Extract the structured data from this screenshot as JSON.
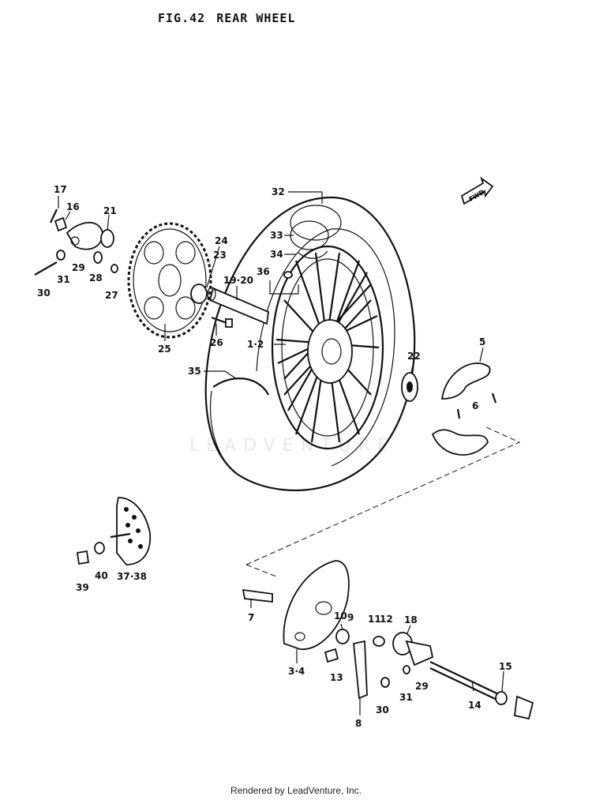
{
  "title": {
    "fig": "FIG.42",
    "name": "REAR WHEEL"
  },
  "watermark": "LEADVENTURE",
  "footer": "Rendered by LeadVenture, Inc.",
  "fwd_arrow": "FWD",
  "callouts": [
    "17",
    "16",
    "21",
    "29",
    "31",
    "28",
    "30",
    "27",
    "24",
    "23",
    "25",
    "26",
    "19·20",
    "36",
    "32",
    "33",
    "34",
    "1·2",
    "35",
    "22",
    "5",
    "6",
    "37·38",
    "39",
    "40",
    "7",
    "10",
    "9",
    "11",
    "12",
    "18",
    "3·4",
    "13",
    "29",
    "31",
    "30",
    "8",
    "14",
    "15"
  ]
}
